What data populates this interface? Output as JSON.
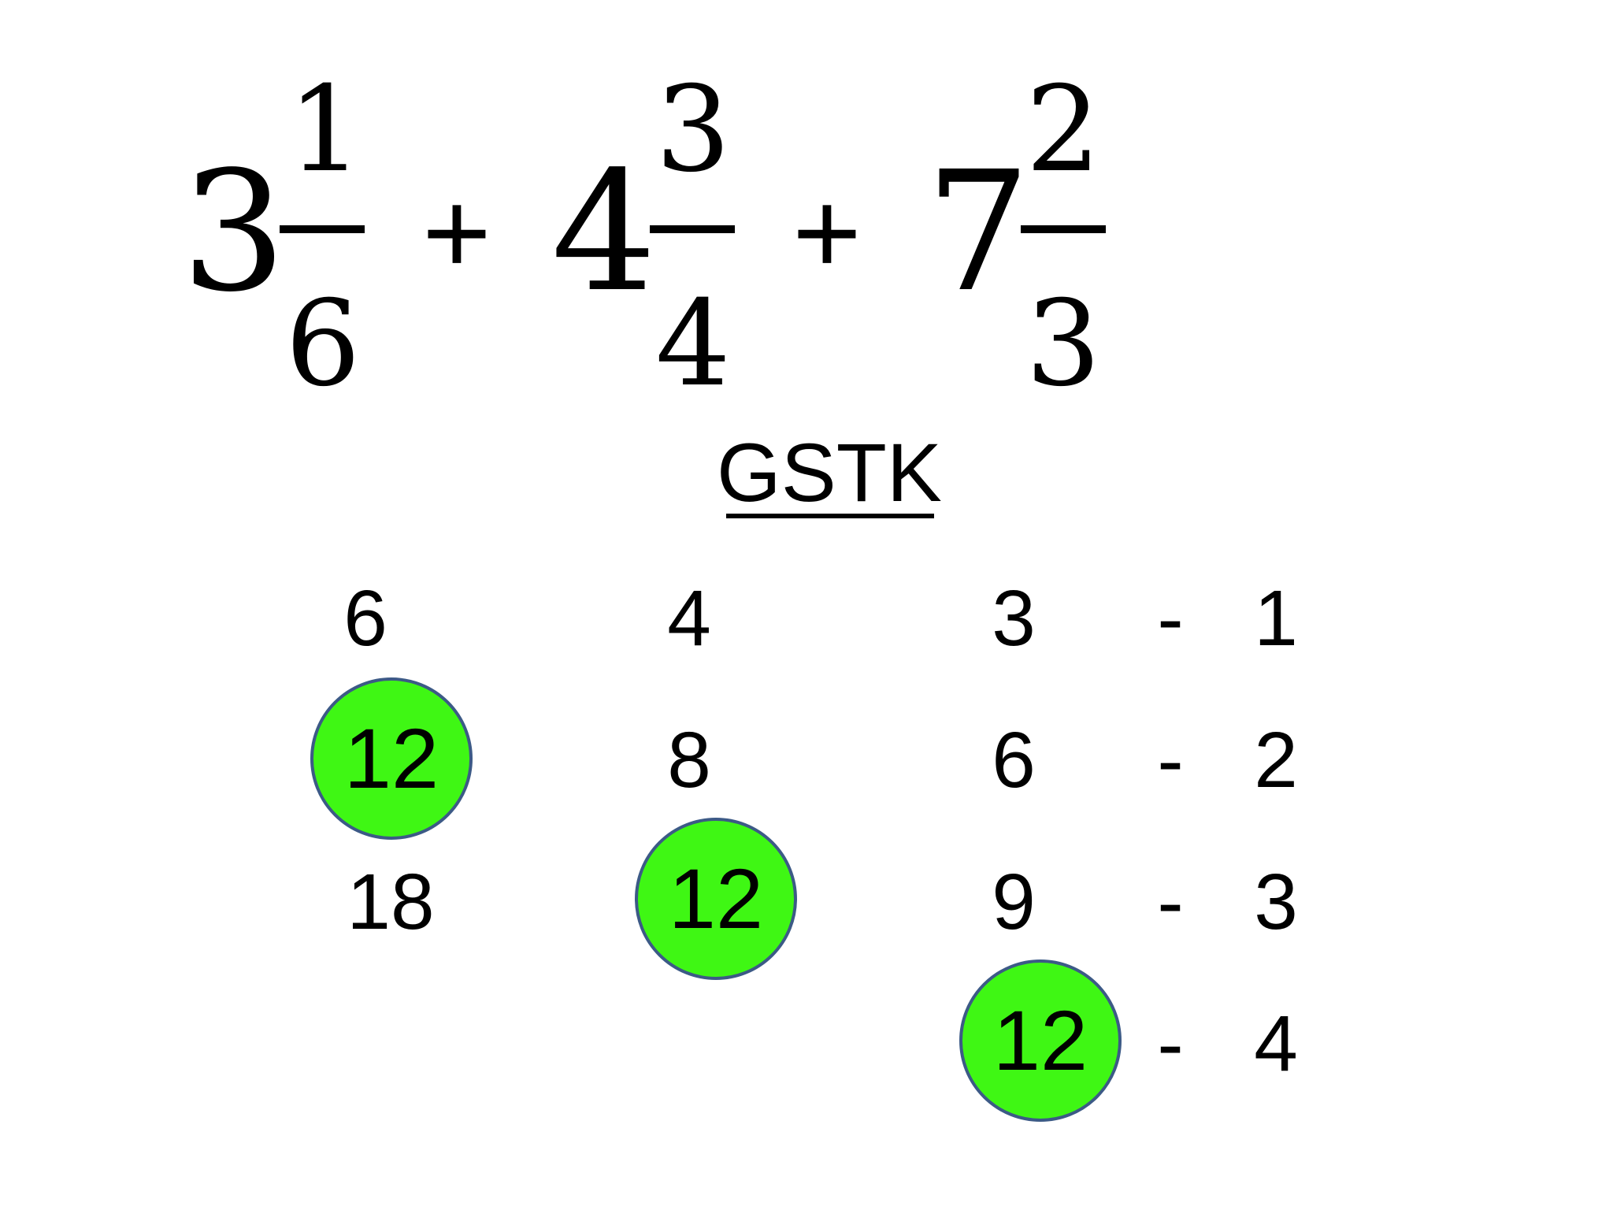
{
  "expression": {
    "terms": [
      {
        "whole": "3",
        "numerator": "1",
        "denominator": "6"
      },
      {
        "whole": "4",
        "numerator": "3",
        "denominator": "4"
      },
      {
        "whole": "7",
        "numerator": "2",
        "denominator": "3"
      }
    ],
    "operators": [
      "+",
      "+"
    ]
  },
  "heading": "GSTK",
  "multiples": {
    "col1": [
      "6",
      "12",
      "18"
    ],
    "col2": [
      "4",
      "8",
      "12"
    ],
    "col3": [
      "3",
      "6",
      "9",
      "12"
    ],
    "col4": [
      "1",
      "2",
      "3",
      "4"
    ],
    "dashes": [
      "-",
      "-",
      "-",
      "-"
    ]
  },
  "highlight_color": "#3ff714",
  "highlight_border": "#3c5a86"
}
